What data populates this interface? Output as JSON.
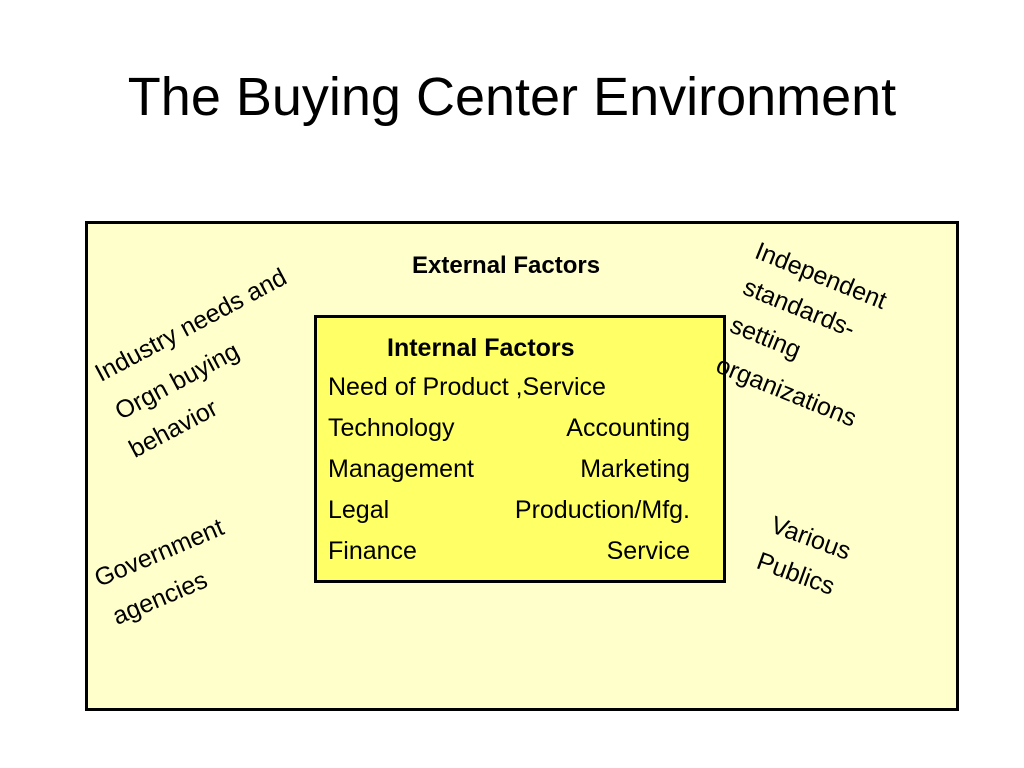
{
  "slide": {
    "title": "The Buying Center Environment",
    "colors": {
      "outer_fill": "#FFFFCC",
      "inner_fill": "#FFFF66",
      "border": "#000000"
    }
  },
  "diagram": {
    "external_label": "External Factors",
    "internal_label": "Internal Factors",
    "internal_rows": [
      {
        "left": "Need of Product ,Service",
        "right": ""
      },
      {
        "left": "Technology",
        "right": "Accounting"
      },
      {
        "left": "Management",
        "right": "Marketing"
      },
      {
        "left": "Legal",
        "right": "Production/Mfg."
      },
      {
        "left": "Finance",
        "right": "Service"
      }
    ],
    "external_factors": {
      "industry": [
        "Industry  needs and",
        "Orgn buying",
        "behavior"
      ],
      "government": [
        "Government",
        "agencies"
      ],
      "independent": [
        "Independent",
        "standards-",
        "setting",
        "organizations"
      ],
      "publics": [
        "Various",
        "Publics"
      ]
    }
  }
}
